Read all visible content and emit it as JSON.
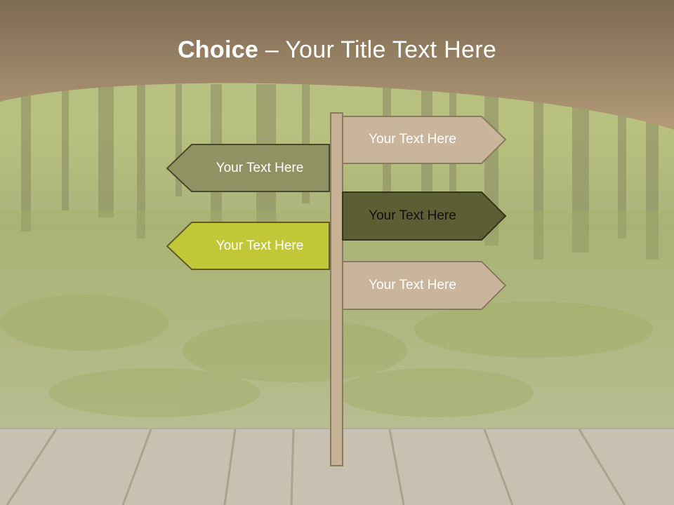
{
  "title": {
    "bold": "Choice",
    "dash": " – ",
    "rest": "Your Title Text Here"
  },
  "signs": [
    {
      "label": "Your Text Here",
      "direction": "right",
      "fill": "#c9b59b",
      "text_color": "#ffffff"
    },
    {
      "label": "Your Text Here",
      "direction": "left",
      "fill": "#8f9364",
      "text_color": "#ffffff"
    },
    {
      "label": "Your Text Here",
      "direction": "right",
      "fill": "#5e5e34",
      "text_color": "#111111"
    },
    {
      "label": "Your Text Here",
      "direction": "left",
      "fill": "#c2c738",
      "text_color": "#ffffff"
    },
    {
      "label": "Your Text Here",
      "direction": "right",
      "fill": "#c9b59b",
      "text_color": "#ffffff"
    }
  ],
  "colors": {
    "header": "#a58f70",
    "post": "#c7b194",
    "outline": "#4a4a2a"
  }
}
